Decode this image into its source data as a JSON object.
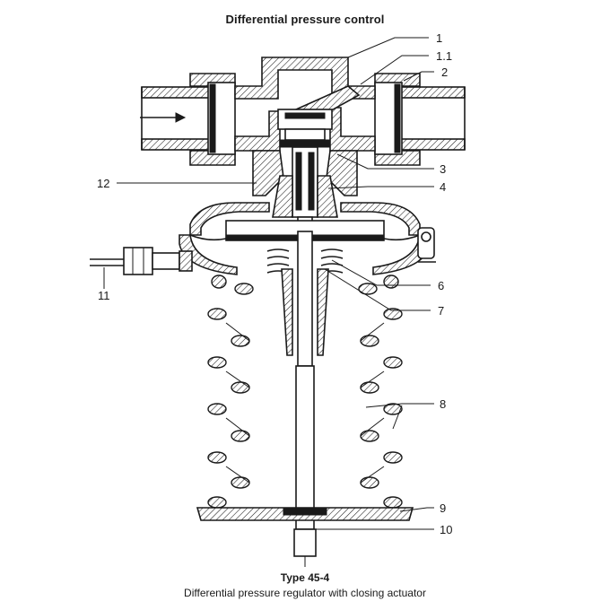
{
  "title": "Differential pressure control",
  "caption": {
    "type": "Type 45-4",
    "description": "Differential pressure regulator with closing actuator"
  },
  "callouts": [
    "1",
    "1.1",
    "2",
    "3",
    "4",
    "12",
    "11",
    "6",
    "7",
    "8",
    "9",
    "10"
  ]
}
